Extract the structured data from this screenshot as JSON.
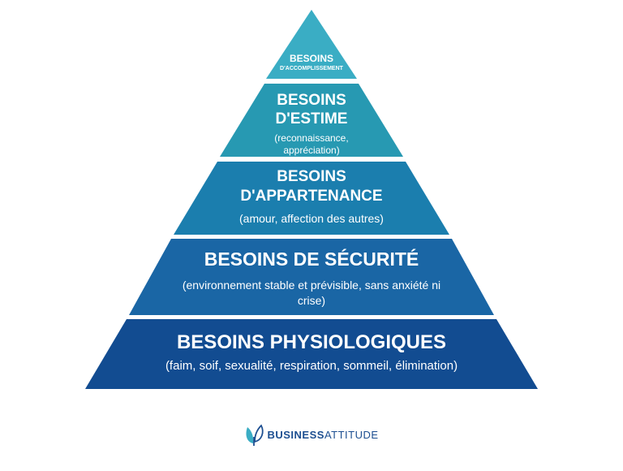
{
  "colors": {
    "tier1": "#3aadc4",
    "tier2": "#2799b2",
    "tier3": "#1b7eae",
    "tier4": "#1a66a5",
    "tier5": "#124c91",
    "brand_blue": "#1d4f91",
    "brand_cyan": "#3aadc4"
  },
  "pyramid": {
    "tiers": [
      {
        "title": "BESOINS",
        "subtitle": "D'ACCOMPLISSEMENT"
      },
      {
        "title": "BESOINS D'ESTIME",
        "subtitle": "(reconnaissance, appréciation)"
      },
      {
        "title": "BESOINS D'APPARTENANCE",
        "subtitle": "(amour, affection des autres)"
      },
      {
        "title": "BESOINS DE SÉCURITÉ",
        "subtitle": "(environnement stable et prévisible, sans anxiété ni crise)"
      },
      {
        "title": "BESOINS PHYSIOLOGIQUES",
        "subtitle": "(faim, soif, sexualité, respiration, sommeil, élimination)"
      }
    ]
  },
  "brand": {
    "name_strong": "BUSINESS",
    "name_light": "ATTITUDE",
    "logo_icon": "sprout-leaf-icon"
  }
}
